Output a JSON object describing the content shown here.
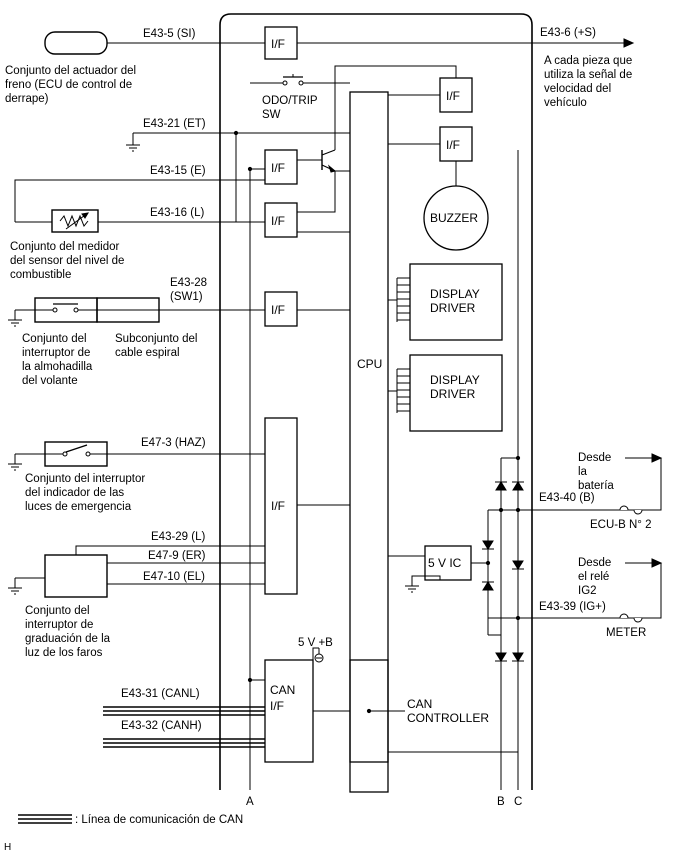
{
  "pins": {
    "e43_5": "E43-5 (SI)",
    "e43_6": "E43-6 (+S)",
    "e43_21": "E43-21 (ET)",
    "e43_15": "E43-15 (E)",
    "e43_16": "E43-16 (L)",
    "e43_28_a": "E43-28",
    "e43_28_b": "(SW1)",
    "e47_3": "E47-3 (HAZ)",
    "e43_29": "E43-29 (L)",
    "e47_9": "E47-9 (ER)",
    "e47_10": "E47-10 (EL)",
    "e43_31": "E43-31 (CANL)",
    "e43_32": "E43-32 (CANH)",
    "e43_40": "E43-40 (B)",
    "e43_39": "E43-39 (IG+)"
  },
  "components": {
    "brake_actuator": [
      "Conjunto del actuador del",
      "freno (ECU de control de",
      "derrape)"
    ],
    "fuel_sender": [
      "Conjunto del medidor",
      "del sensor del nivel de",
      "combustible"
    ],
    "steering_pad_switch": [
      "Conjunto del",
      "interruptor de",
      "la almohadilla",
      "del volante"
    ],
    "spiral_cable": [
      "Subconjunto del",
      "cable espiral"
    ],
    "hazard_switch": [
      "Conjunto del interruptor",
      "del indicador de las",
      "luces de emergencia"
    ],
    "headlight_leveling_switch": [
      "Conjunto del",
      "interruptor de",
      "graduación de la",
      "luz de los faros"
    ],
    "speed_signal_dest": [
      "A cada pieza que",
      "utiliza la señal de",
      "velocidad del",
      "vehículo"
    ],
    "from_battery": [
      "Desde",
      "la",
      "batería"
    ],
    "from_ig2_relay": [
      "Desde",
      "el relé",
      "IG2"
    ]
  },
  "blocks": {
    "interface": "I/F",
    "odo_trip_sw": [
      "ODO/TRIP",
      "SW"
    ],
    "buzzer": "BUZZER",
    "display_driver_1": [
      "DISPLAY",
      "DRIVER"
    ],
    "display_driver_2": [
      "DISPLAY",
      "DRIVER"
    ],
    "cpu": "CPU",
    "five_v_ic": "5 V IC",
    "can_if": [
      "CAN",
      "I/F"
    ],
    "five_v_b": "5 V +B",
    "can_controller_label": [
      "CAN",
      "CONTROLLER"
    ]
  },
  "fuses": {
    "ecu_b": "ECU-B N° 2",
    "meter": "METER"
  },
  "ground_terminals": {
    "a": "A",
    "b": "B",
    "c": "C"
  },
  "legend": {
    "can_line": ": Línea de comunicación de CAN"
  },
  "corner_mark": "H"
}
